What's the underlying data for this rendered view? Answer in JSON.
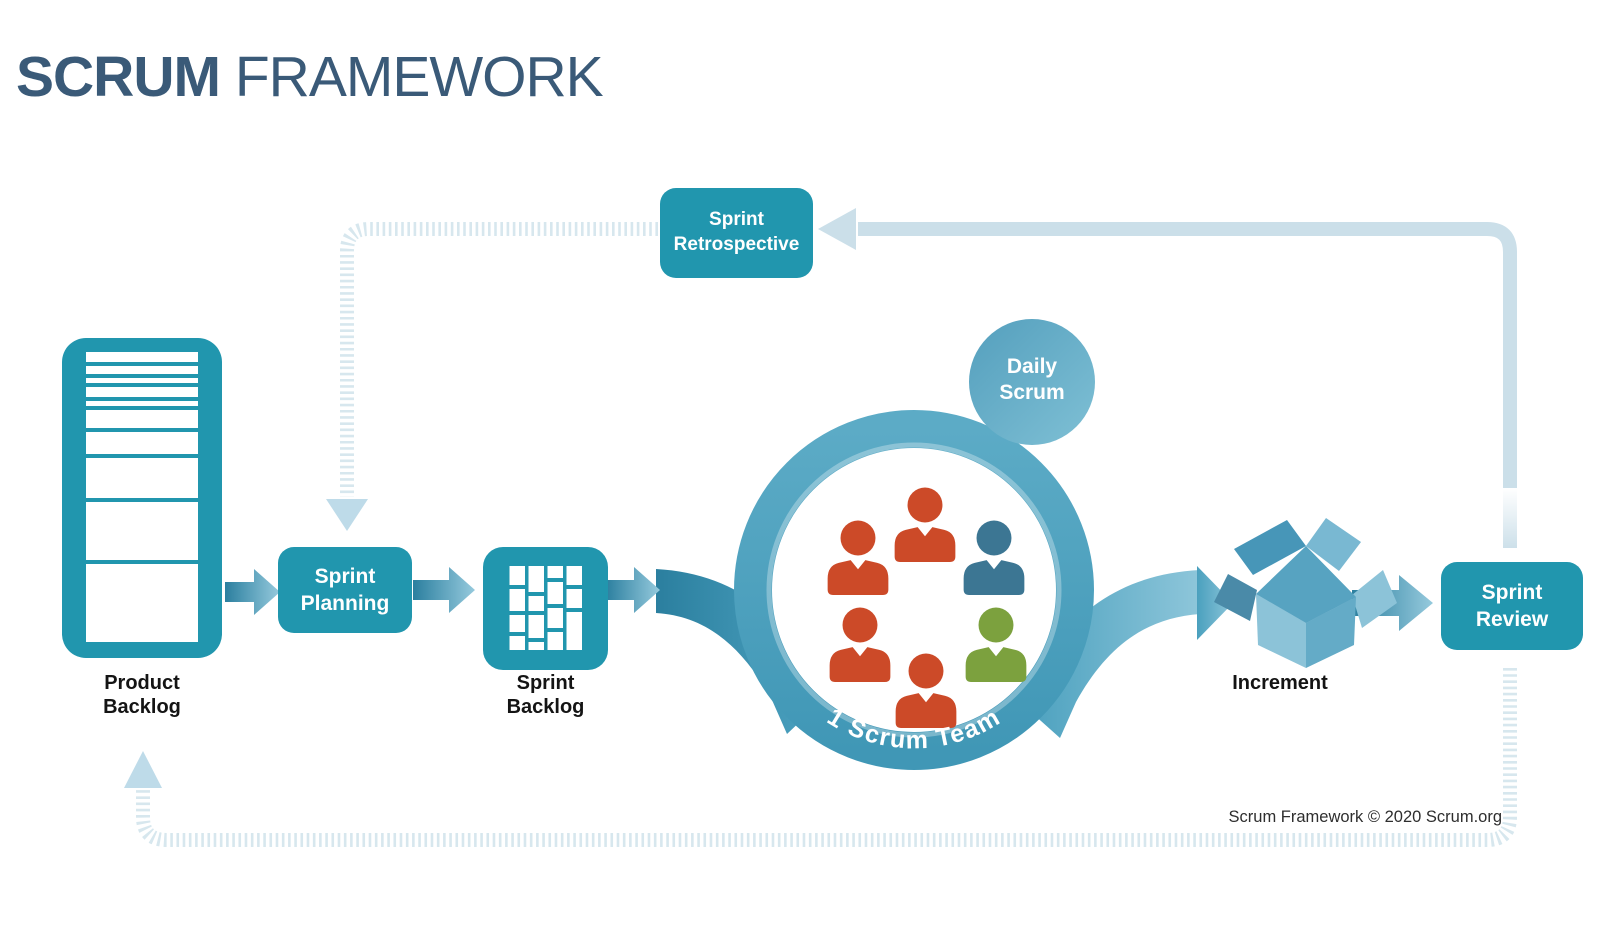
{
  "title": {
    "bold": "SCRUM",
    "regular": "FRAMEWORK"
  },
  "nodes": {
    "product_backlog": {
      "line1": "Product",
      "line2": "Backlog"
    },
    "sprint_planning": {
      "line1": "Sprint",
      "line2": "Planning"
    },
    "sprint_backlog": {
      "line1": "Sprint",
      "line2": "Backlog"
    },
    "scrum_team": {
      "label": "1 Scrum Team"
    },
    "daily_scrum": {
      "line1": "Daily",
      "line2": "Scrum"
    },
    "increment": {
      "label": "Increment"
    },
    "sprint_review": {
      "line1": "Sprint",
      "line2": "Review"
    },
    "sprint_retrospective": {
      "line1": "Sprint",
      "line2": "Retrospective"
    }
  },
  "footer": {
    "copyright": "Scrum Framework © 2020 Scrum.org"
  },
  "colors": {
    "teal": "#2196ae",
    "ring_blue": "#4ba1bf",
    "light_loop": "#cbdfe9",
    "person_orange": "#cc4a28",
    "person_blue": "#3c7693",
    "person_green": "#7ca13e",
    "title_navy": "#3a5a78"
  }
}
